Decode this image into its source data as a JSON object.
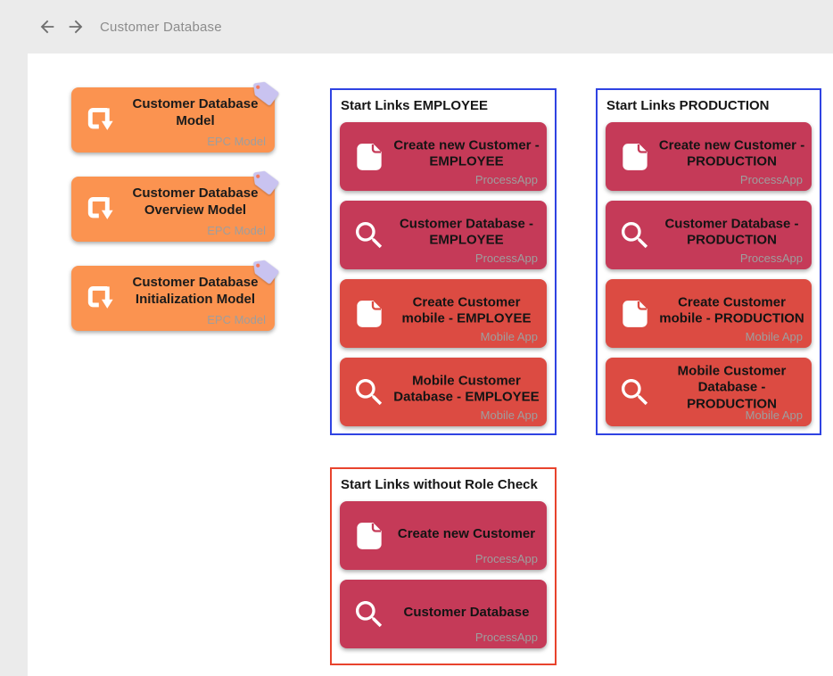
{
  "topbar": {
    "title": "Customer Database",
    "back_icon": "arrow-back",
    "forward_icon": "arrow-forward"
  },
  "colors": {
    "background": "#EBEBEB",
    "panel": "#FFFFFF",
    "model_card": "#FB9350",
    "process_app_card": "#C53A58",
    "mobile_app_card": "#DC4B42",
    "tag": "#C9C3F0",
    "blue_border": "#2F43E2",
    "red_border": "#E8432D",
    "type_label": "#9E9E9E"
  },
  "models": [
    {
      "title": "Customer Database Model",
      "type": "EPC Model"
    },
    {
      "title": "Customer Database Overview Model",
      "type": "EPC Model"
    },
    {
      "title": "Customer Database Initialization Model",
      "type": "EPC Model"
    }
  ],
  "groups": [
    {
      "title": "Start Links EMPLOYEE",
      "border_color": "#2F43E2",
      "cards": [
        {
          "title": "Create new Customer - EMPLOYEE",
          "type": "ProcessApp",
          "icon": "document-icon",
          "color": "#C53A58"
        },
        {
          "title": "Customer Database - EMPLOYEE",
          "type": "ProcessApp",
          "icon": "search-icon",
          "color": "#C53A58"
        },
        {
          "title": "Create Customer mobile - EMPLOYEE",
          "type": "Mobile App",
          "icon": "document-icon",
          "color": "#DC4B42"
        },
        {
          "title": "Mobile Customer Database - EMPLOYEE",
          "type": "Mobile App",
          "icon": "search-icon",
          "color": "#DC4B42"
        }
      ]
    },
    {
      "title": "Start Links PRODUCTION",
      "border_color": "#2F43E2",
      "cards": [
        {
          "title": "Create new Customer - PRODUCTION",
          "type": "ProcessApp",
          "icon": "document-icon",
          "color": "#C53A58"
        },
        {
          "title": "Customer Database - PRODUCTION",
          "type": "ProcessApp",
          "icon": "search-icon",
          "color": "#C53A58"
        },
        {
          "title": "Create Customer mobile - PRODUCTION",
          "type": "Mobile App",
          "icon": "document-icon",
          "color": "#DC4B42"
        },
        {
          "title": "Mobile Customer Database - PRODUCTION",
          "type": "Mobile App",
          "icon": "search-icon",
          "color": "#DC4B42"
        }
      ]
    },
    {
      "title": "Start Links without Role Check",
      "border_color": "#E8432D",
      "cards": [
        {
          "title": "Create new Customer",
          "type": "ProcessApp",
          "icon": "document-icon",
          "color": "#C53A58"
        },
        {
          "title": "Customer Database",
          "type": "ProcessApp",
          "icon": "search-icon",
          "color": "#C53A58"
        }
      ]
    }
  ]
}
